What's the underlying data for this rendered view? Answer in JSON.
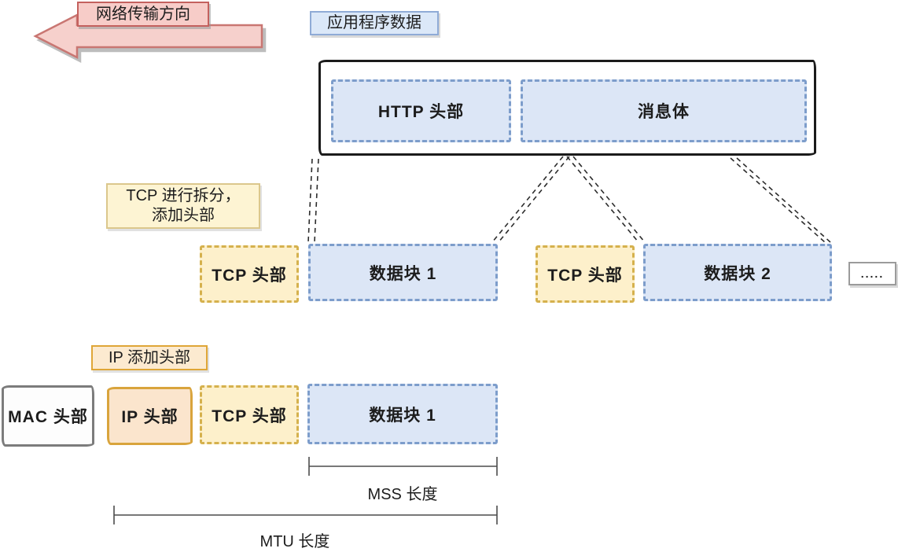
{
  "labels": {
    "direction": "网络传输方向",
    "app_data": "应用程序数据",
    "tcp_split_line1": "TCP 进行拆分，",
    "tcp_split_line2": "添加头部",
    "ip_add": "IP 添加头部"
  },
  "boxes": {
    "http_header": "HTTP 头部",
    "message_body": "消息体",
    "tcp_header": "TCP 头部",
    "data_block_1": "数据块 1",
    "data_block_2": "数据块 2",
    "ellipsis": ".....",
    "mac_header": "MAC 头部",
    "ip_header": "IP 头部"
  },
  "measures": {
    "mss": "MSS 长度",
    "mtu": "MTU 长度"
  },
  "colors": {
    "pink_bg": "#f7ccc8",
    "pink_border": "#c4615e",
    "arrow_fill": "#f6d0cc",
    "arrow_stroke": "#c97672",
    "blue_label_bg": "#dbe8f8",
    "blue_label_border": "#8fabd6",
    "blue_box_bg": "#dce6f6",
    "blue_box_border": "#7d9dcb",
    "yellow_box_bg": "#fdf0cb",
    "yellow_box_border": "#d5b14d",
    "cream_label_bg": "#fdf4d3",
    "cream_label_border": "#dbc78c",
    "orange_label_bg": "#fcead0",
    "orange_label_border": "#dfa637",
    "ip_box_bg": "#fbe5cd",
    "ip_box_border": "#d9a43c",
    "mac_box_border": "#7c7c7c",
    "outer_box_border": "#1b1b1b",
    "connector": "#2d2d2d",
    "bracket": "#4c4c4c"
  }
}
